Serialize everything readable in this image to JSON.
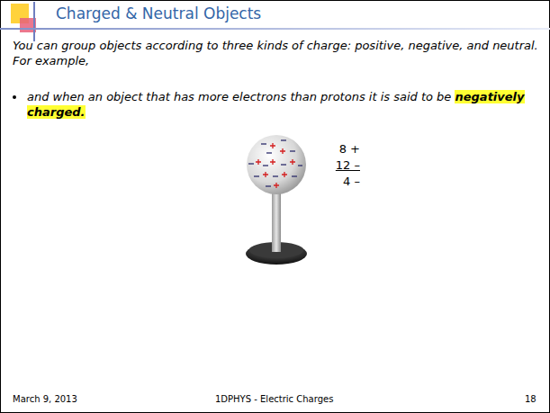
{
  "diagram": {
    "title": "Charged & Neutral Objects",
    "labels": [
      "You can group objects according to three kinds of charge: positive, negative, and neutral.  For example,",
      "and when an object that has more electrons than protons it is said to be",
      "negatively charged.",
      "8 +",
      "12 –",
      "4 –",
      "March 9, 2013",
      "1DPHYS - Electric Charges",
      "18"
    ]
  }
}
